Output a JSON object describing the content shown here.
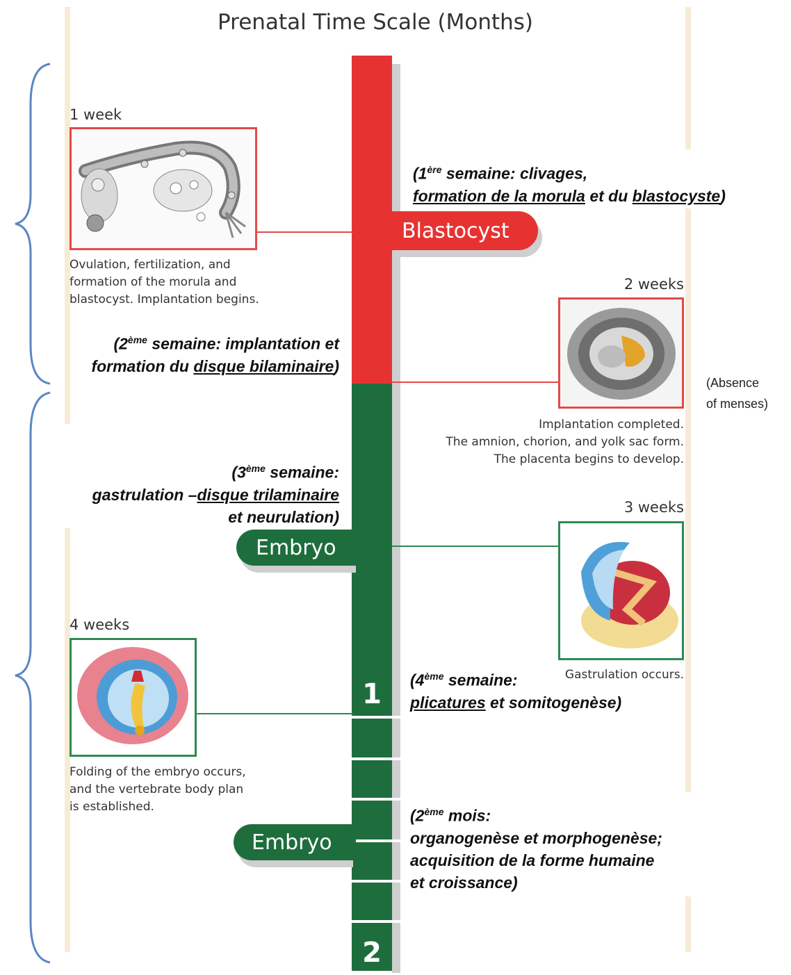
{
  "title": "Prenatal Time Scale (Months)",
  "stages": {
    "blastocyst": "Blastocyst",
    "embryo_1": "Embryo",
    "embryo_2": "Embryo"
  },
  "months": [
    "1",
    "2"
  ],
  "panels": {
    "week1": {
      "label": "1 week",
      "caption": [
        "Ovulation, fertilization, and",
        "formation of the morula and",
        "blastocyst. Implantation begins."
      ]
    },
    "week2": {
      "label": "2 weeks",
      "caption": [
        "Implantation completed.",
        "The amnion, chorion, and yolk sac form.",
        "The placenta begins to develop."
      ]
    },
    "week3": {
      "label": "3 weeks",
      "caption": [
        "Gastrulation occurs."
      ]
    },
    "week4": {
      "label": "4 weeks",
      "caption": [
        "Folding of the embryo occurs,",
        "and the vertebrate body plan",
        "is established."
      ]
    }
  },
  "annotations": {
    "w1": {
      "open": "(1",
      "sup": "ère",
      "line1_rest": " semaine: clivages,",
      "u1": "formation de la morula",
      "mid": " et du ",
      "u2": "blastocyste",
      "close": ")"
    },
    "w2": {
      "open": "(2",
      "sup": "ème",
      "line1_rest": " semaine: implantation et",
      "pre": "formation du ",
      "u1": "disque bilaminaire",
      "close": ")"
    },
    "w3": {
      "open": "(3",
      "sup": "ème",
      "line1_rest": " semaine:",
      "pre": "gastrulation –",
      "u1": "disque trilaminaire",
      "line3": "et neurulation)"
    },
    "w4": {
      "open": "(4",
      "sup": "ème",
      "line1_rest": " semaine:",
      "u1": "plicatures",
      "rest": " et somitogenèse)"
    },
    "m2": {
      "open": "(2",
      "sup": "ème",
      "line1_rest": " mois:",
      "line2": "organogenèse et morphogenèse;",
      "line3": "acquisition de la forme humaine",
      "line4": "et croissance)"
    }
  },
  "side_note": [
    "(Absence",
    "of menses)"
  ],
  "colors": {
    "red": "#e63332",
    "green": "#1e6e3d",
    "brace": "#5b86c4",
    "guide": "#f6ecd6"
  }
}
